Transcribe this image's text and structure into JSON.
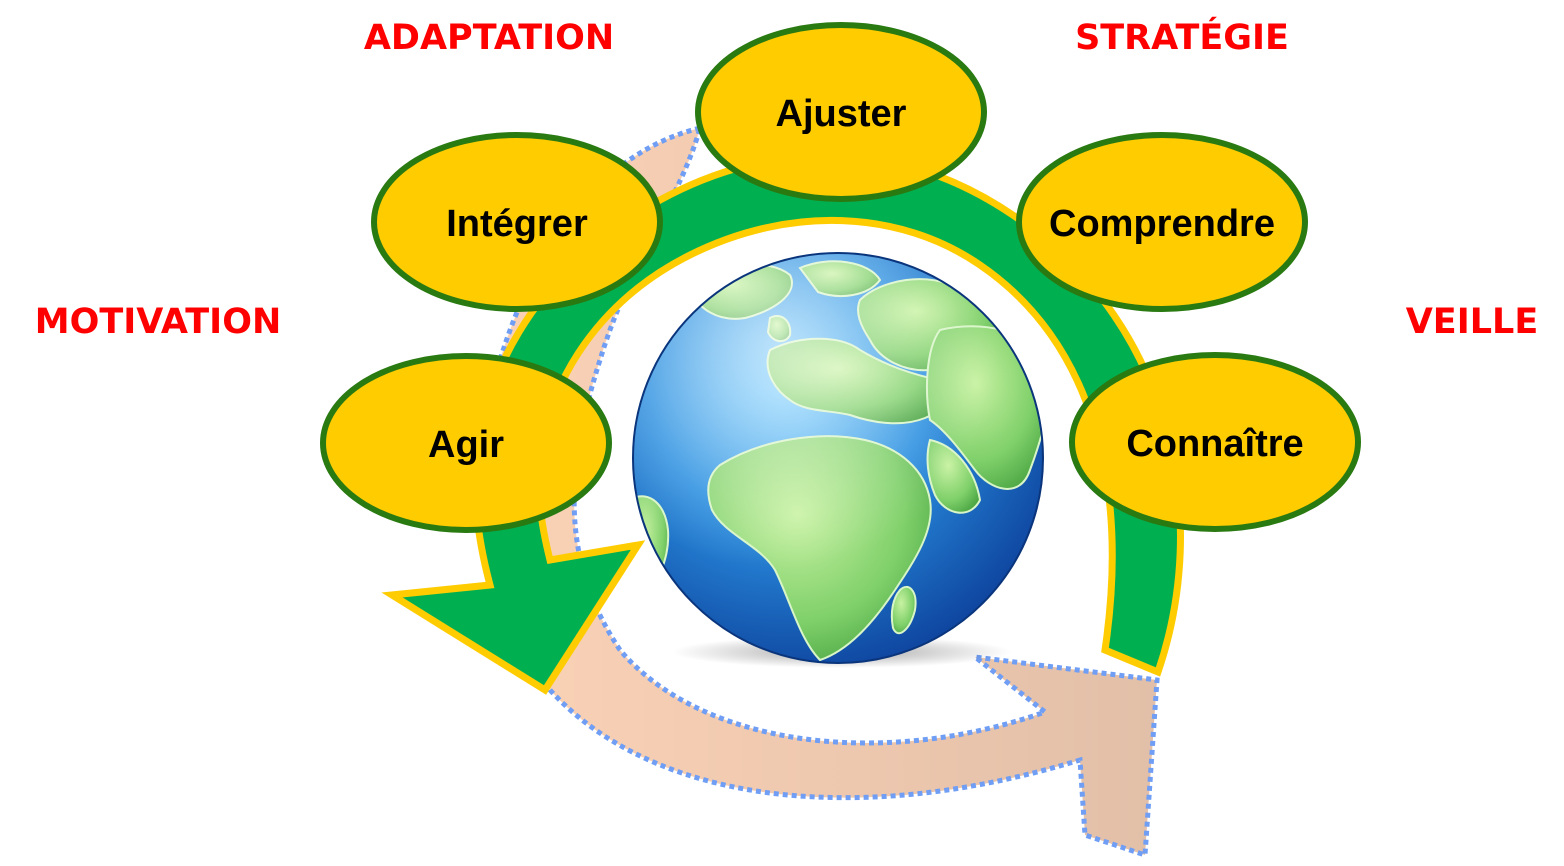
{
  "colors": {
    "green_arrow": "#00b050",
    "gold_fill": "#ffcc00",
    "ellipse_border": "#2a7a12",
    "peach_arrow": "#f6c8a8",
    "dotted_border": "#6f9ef4",
    "corner_text": "#ff0000",
    "ocean": "#1b6fd0",
    "land": "#7fd06a"
  },
  "corner_labels": {
    "top_left": "ADAPTATION",
    "top_right": "STRATÉGIE",
    "mid_left": "MOTIVATION",
    "mid_right": "VEILLE"
  },
  "cycle_steps": [
    {
      "label": "Connaître"
    },
    {
      "label": "Comprendre"
    },
    {
      "label": "Ajuster"
    },
    {
      "label": "Intégrer"
    },
    {
      "label": "Agir"
    }
  ],
  "center_image": {
    "icon": "earth-globe-icon"
  }
}
